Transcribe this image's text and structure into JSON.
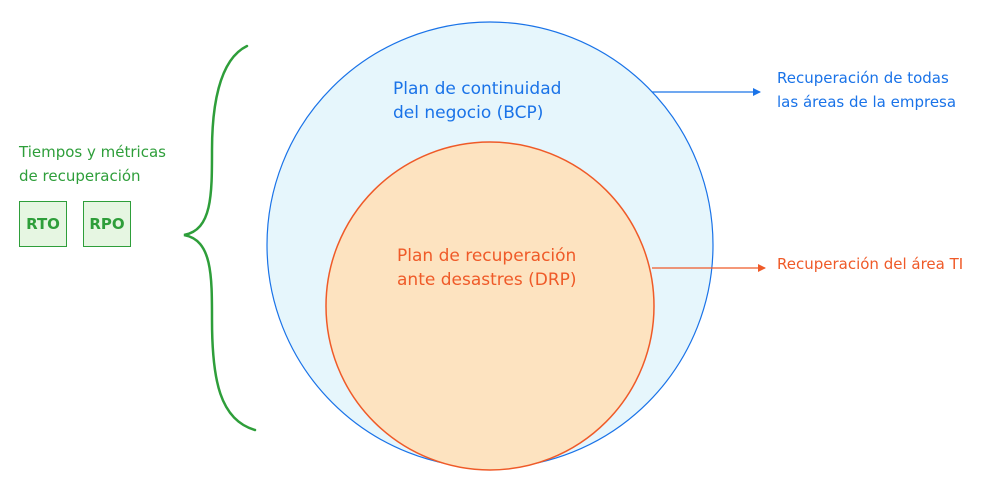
{
  "metrics": {
    "heading": "Tiempos y métricas\nde recuperación",
    "boxes": [
      "RTO",
      "RPO"
    ]
  },
  "bcp": {
    "title": "Plan de continuidad\ndel negocio (BCP)",
    "annotation": "Recuperación de todas\nlas áreas de la empresa"
  },
  "drp": {
    "title": "Plan de recuperación\nante desastres (DRP)",
    "annotation": "Recuperación del área TI"
  },
  "colors": {
    "green": "#2e9e3a",
    "blue": "#1a73e8",
    "orange": "#ef5a28",
    "bcp_fill": "#e6f6fc",
    "drp_fill": "#fde3c0"
  }
}
